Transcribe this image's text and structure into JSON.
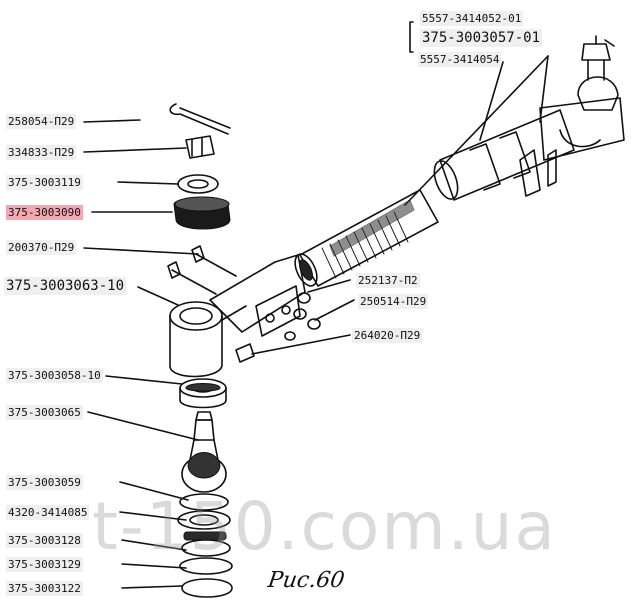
{
  "figure": {
    "caption": "Рис.60",
    "watermark": "t-150.com.ua"
  },
  "labels": [
    {
      "id": "l1",
      "text": "5557-3414052-01"
    },
    {
      "id": "l2",
      "text": "375-3003057-01"
    },
    {
      "id": "l3",
      "text": "5557-3414054"
    },
    {
      "id": "l4",
      "text": "258054-П29"
    },
    {
      "id": "l5",
      "text": "334833-П29"
    },
    {
      "id": "l6",
      "text": "375-3003119"
    },
    {
      "id": "l7",
      "text": "375-3003090",
      "highlighted": true
    },
    {
      "id": "l8",
      "text": "200370-П29"
    },
    {
      "id": "l9",
      "text": "375-3003063-10"
    },
    {
      "id": "l10",
      "text": "252137-П2"
    },
    {
      "id": "l11",
      "text": "250514-П29"
    },
    {
      "id": "l12",
      "text": "264020-П29"
    },
    {
      "id": "l13",
      "text": "375-3003058-10"
    },
    {
      "id": "l14",
      "text": "375-3003065"
    },
    {
      "id": "l15",
      "text": "375-3003059"
    },
    {
      "id": "l16",
      "text": "4320-3414085"
    },
    {
      "id": "l17",
      "text": "375-3003128"
    },
    {
      "id": "l18",
      "text": "375-3003129"
    },
    {
      "id": "l19",
      "text": "375-3003122"
    }
  ],
  "colors": {
    "highlight": "#f4a7b1",
    "label_bg": "#efefef",
    "ink": "#111111"
  }
}
